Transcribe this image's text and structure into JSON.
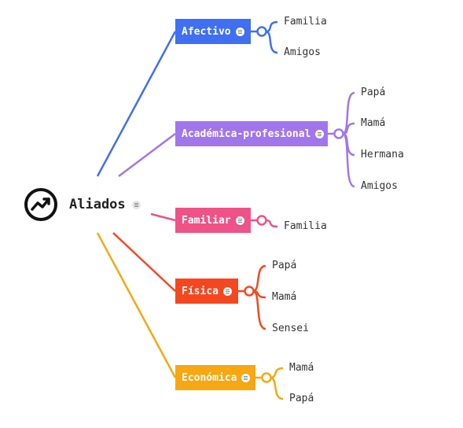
{
  "central": {
    "title": "Aliados",
    "icon": "trending-up-icon"
  },
  "branches": [
    {
      "label": "Afectivo",
      "color": "#3f6ff2",
      "children": [
        "Familia",
        "Amigos"
      ]
    },
    {
      "label": "Académica-profesional",
      "color": "#a176eb",
      "children": [
        "Papá",
        "Mamá",
        "Hermana",
        "Amigos"
      ]
    },
    {
      "label": "Familiar",
      "color": "#ee5287",
      "children": [
        "Familia"
      ]
    },
    {
      "label": "Física",
      "color": "#f5471f",
      "children": [
        "Papá",
        "Mamá",
        "Sensei"
      ]
    },
    {
      "label": "Económica",
      "color": "#f6a712",
      "children": [
        "Mamá",
        "Papá"
      ]
    }
  ]
}
